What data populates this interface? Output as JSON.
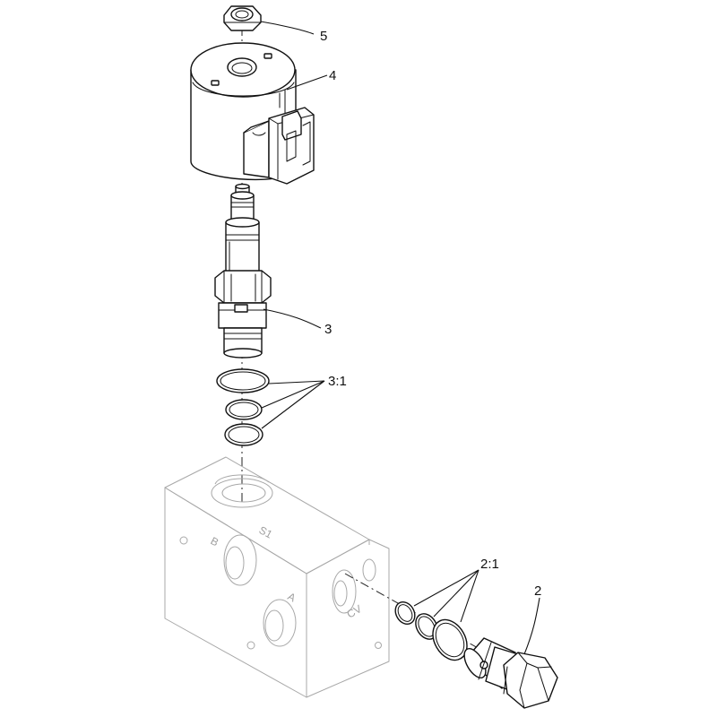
{
  "callouts": {
    "item_5": "5",
    "item_4": "4",
    "item_3": "3",
    "item_3_1": "3:1",
    "item_2_1": "2:1",
    "item_2": "2"
  },
  "block_markings": {
    "port_s1": "S1",
    "port_a": "A",
    "port_b": "B",
    "port_cv": "CV"
  }
}
